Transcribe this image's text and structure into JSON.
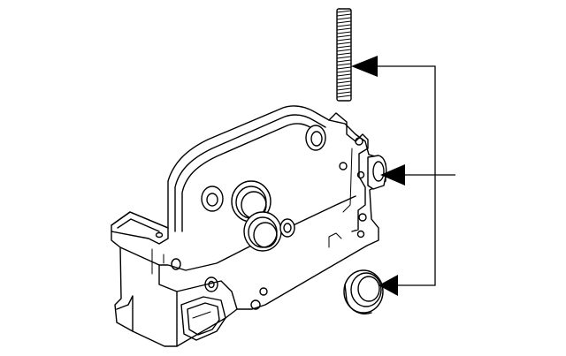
{
  "diagram": {
    "type": "exploded-parts-illustration",
    "parts": [
      {
        "name": "stud"
      },
      {
        "name": "cylinder-head-cover"
      },
      {
        "name": "oil-seal"
      }
    ],
    "callouts": [
      {
        "target": "stud",
        "label": ""
      },
      {
        "target": "cylinder-head-cover",
        "label": ""
      },
      {
        "target": "oil-seal",
        "label": ""
      }
    ],
    "colors": {
      "line": "#000000",
      "background": "#ffffff"
    }
  }
}
